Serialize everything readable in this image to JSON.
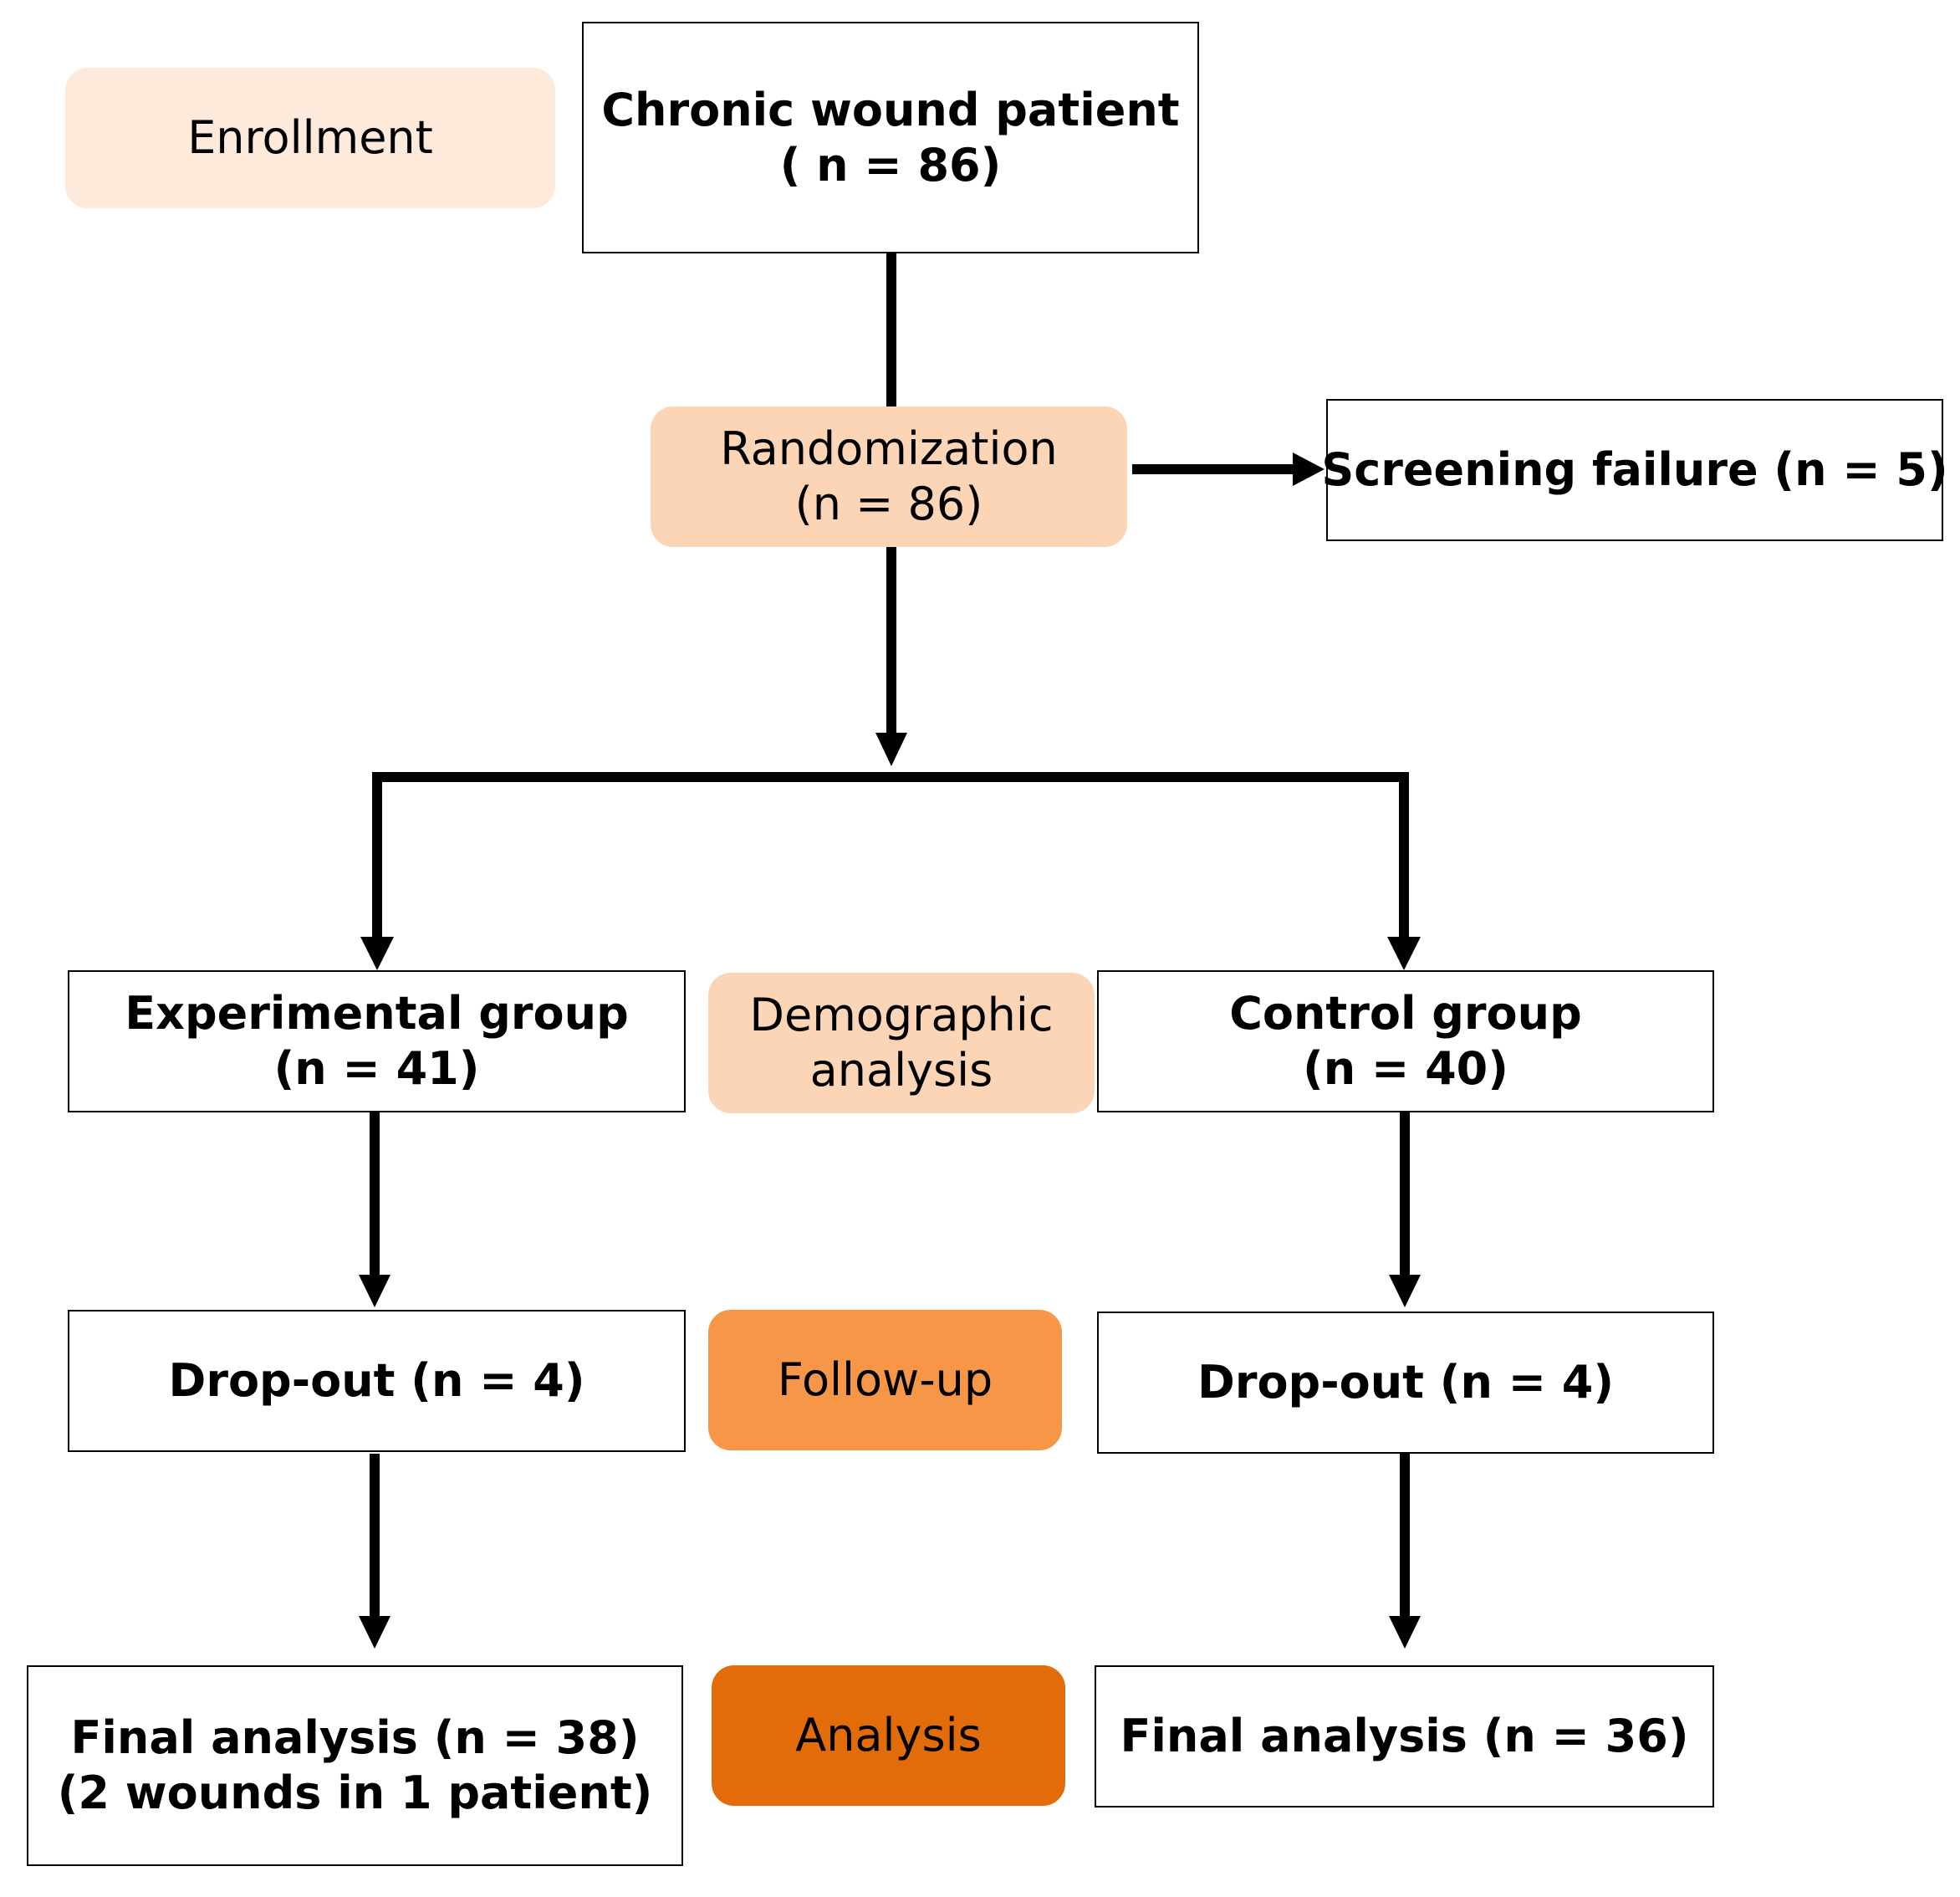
{
  "stages": {
    "enrollment": {
      "label": "Enrollment",
      "color": "#fdeadb"
    },
    "randomization": {
      "lines": [
        "Randomization",
        "(n = 86)"
      ],
      "color": "#fbd5b5"
    },
    "demographic": {
      "lines": [
        "Demographic",
        "analysis"
      ],
      "color": "#fbd5b5"
    },
    "follow_up": {
      "label": "Follow-up",
      "color": "#f59649"
    },
    "analysis": {
      "label": "Analysis",
      "color": "#e36c0a"
    }
  },
  "boxes": {
    "chronic": {
      "lines": [
        "Chronic wound patient",
        "( n = 86)"
      ]
    },
    "screening_failure": {
      "label": "Screening failure (n = 5)"
    },
    "experimental": {
      "lines": [
        "Experimental group",
        "(n = 41)"
      ]
    },
    "control": {
      "lines": [
        "Control group",
        "(n = 40)"
      ]
    },
    "exp_dropout": {
      "label": "Drop-out (n = 4)"
    },
    "ctrl_dropout": {
      "label": "Drop-out (n = 4)"
    },
    "exp_final": {
      "lines": [
        "Final analysis (n = 38)",
        "(2 wounds in 1 patient)"
      ]
    },
    "ctrl_final": {
      "label": "Final analysis (n = 36)"
    }
  },
  "style": {
    "box_border": "#000000",
    "arrow_color": "#000000"
  }
}
